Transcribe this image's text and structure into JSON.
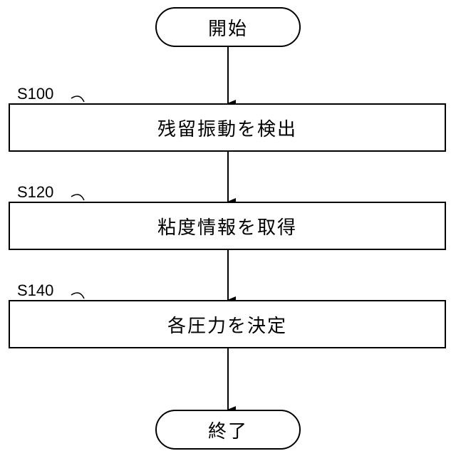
{
  "flowchart": {
    "start": {
      "label": "開始"
    },
    "steps": [
      {
        "id": "S100",
        "label": "残留振動を検出"
      },
      {
        "id": "S120",
        "label": "粘度情報を取得"
      },
      {
        "id": "S140",
        "label": "各圧力を決定"
      }
    ],
    "end": {
      "label": "終了"
    }
  }
}
